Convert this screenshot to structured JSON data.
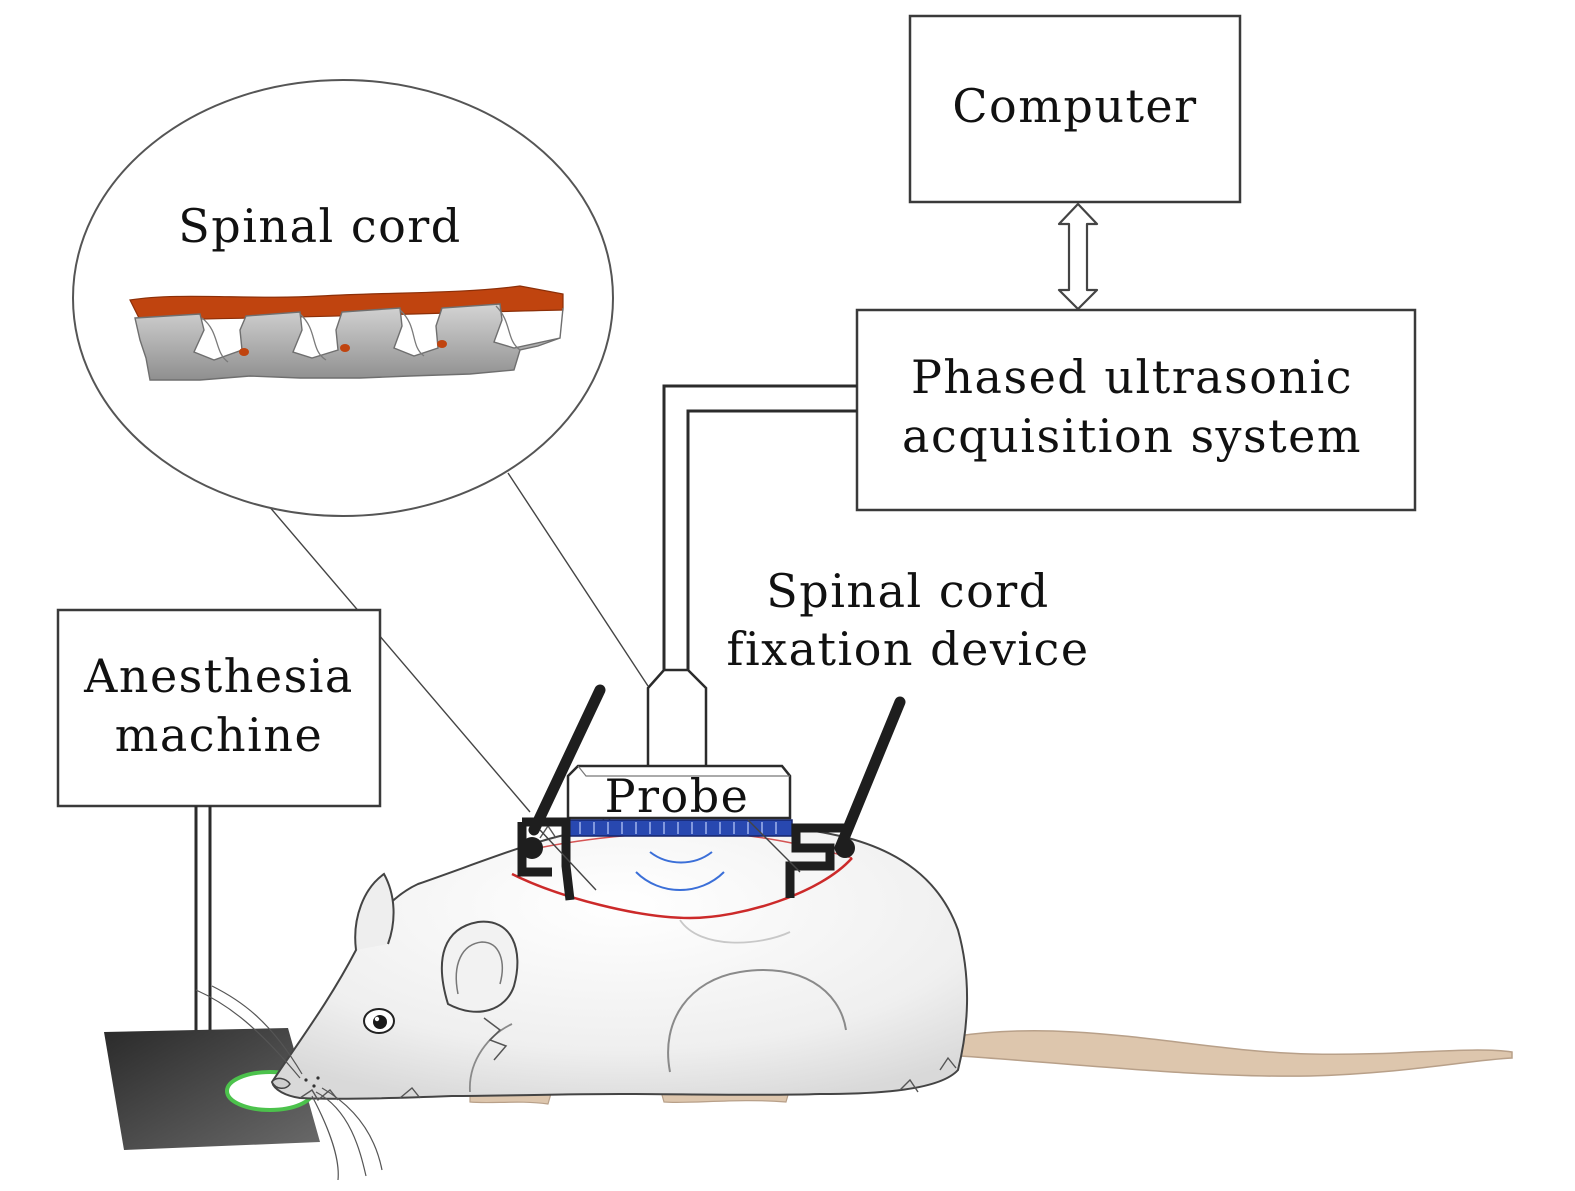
{
  "labels": {
    "computer": "Computer",
    "acquisition_line1": "Phased ultrasonic",
    "acquisition_line2": "acquisition system",
    "anesthesia_line1": "Anesthesia",
    "anesthesia_line2": "machine",
    "spinal_cord": "Spinal cord",
    "fixation_line1": "Spinal cord",
    "fixation_line2": "fixation device",
    "probe": "Probe"
  },
  "colors": {
    "spinal_cord_tissue": "#c0440f",
    "vertebra": "#b3b3b3",
    "probe_array": "#2848b0",
    "ultrasound_waves": "#3b6fd8",
    "exposure_outline": "#cc2a2a",
    "nose_cone_ring": "#4cc24c",
    "tail": "#ddc6ad",
    "mouse_body": "#efefef",
    "fixation_device": "#1e1e1e"
  },
  "icons": [
    "bidirectional-arrow-icon",
    "mouse-illustration",
    "vertebra-illustration"
  ]
}
